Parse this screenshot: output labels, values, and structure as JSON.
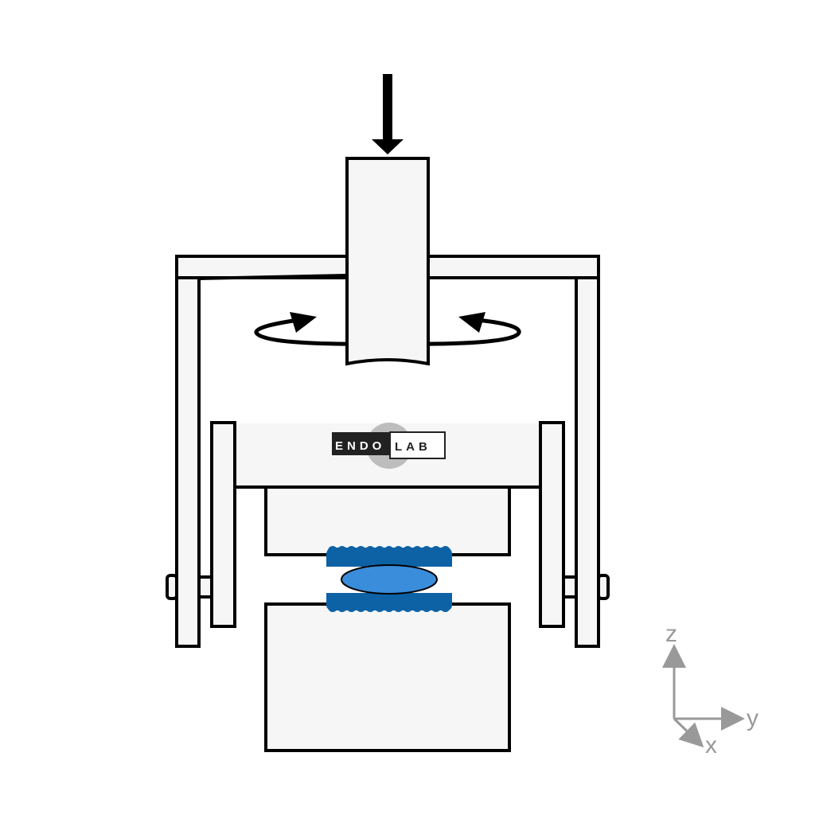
{
  "logo": {
    "part1": "ENDO",
    "part2": "LAB"
  },
  "axes": {
    "z": "z",
    "y": "y",
    "x": "x"
  },
  "colors": {
    "frame_fill": "#f6f6f6",
    "stroke": "#000000",
    "blue_dark": "#0d62a6",
    "blue_light": "#3a8ddb",
    "axis": "#999999"
  }
}
